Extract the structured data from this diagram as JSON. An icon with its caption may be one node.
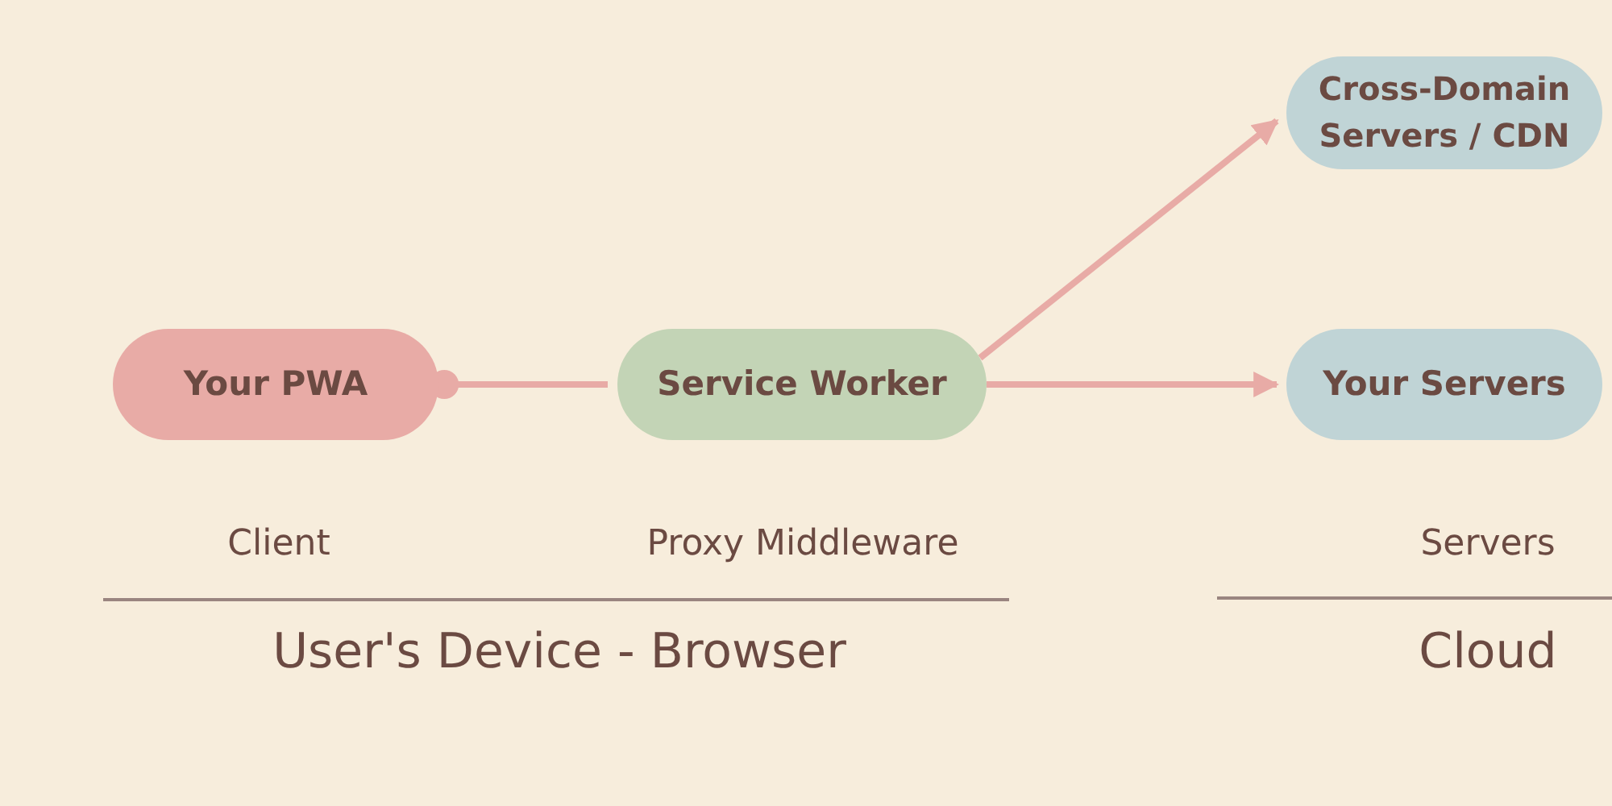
{
  "diagram": {
    "nodes": [
      {
        "text": [
          "Your PWA"
        ]
      },
      {
        "text": [
          "Service Worker"
        ]
      },
      {
        "text": [
          "Cross-Domain Servers / CDN"
        ]
      },
      {
        "text": [
          "Your Servers"
        ]
      }
    ],
    "edges": [
      {
        "from": 0,
        "to": 1,
        "arrow": "other"
      },
      {
        "from": 1,
        "to": 2,
        "arrow": "to"
      },
      {
        "from": 1,
        "to": 3,
        "arrow": "to"
      }
    ],
    "labels": [
      "Client",
      "Proxy Middleware",
      "Servers",
      "User's Device - Browser",
      "Cloud"
    ]
  }
}
